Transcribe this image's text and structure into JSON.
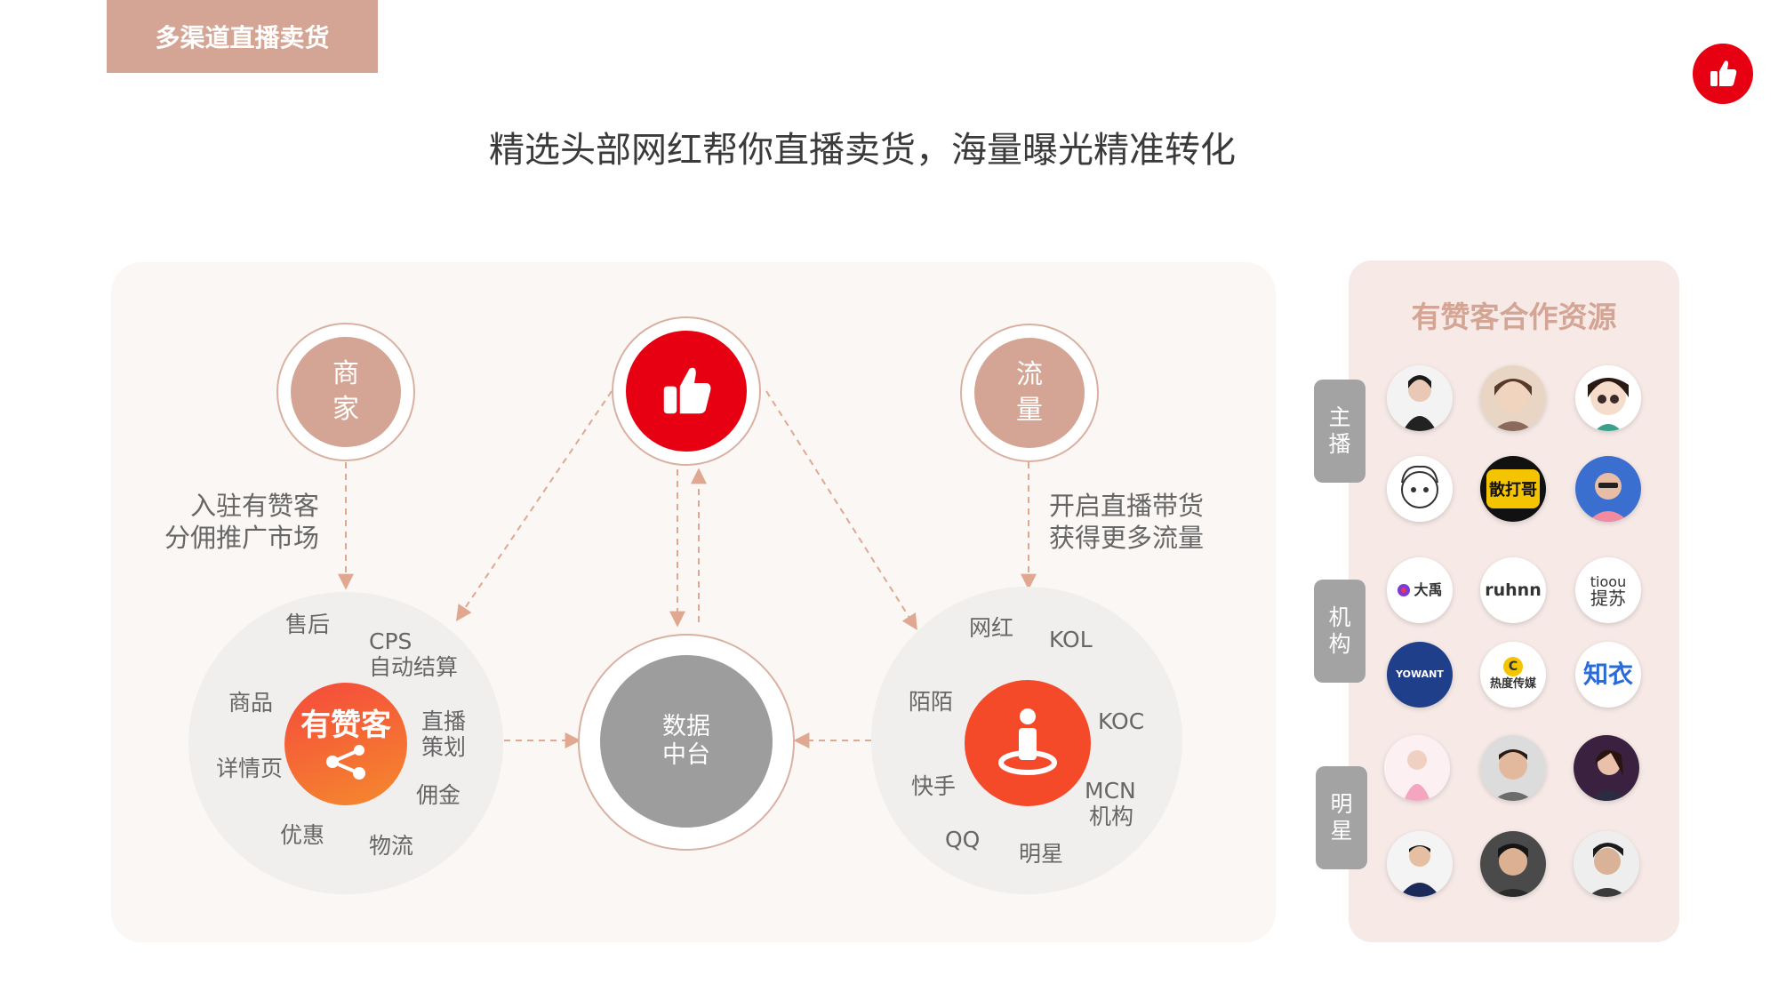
{
  "header": {
    "tag": "多渠道直播卖货",
    "headline": "精选头部网红帮你直播卖货，海量曝光精准转化"
  },
  "colors": {
    "accent": "#d4a594",
    "brand_red": "#e60012",
    "orange": "#f44a2a",
    "gray": "#9d9d9d"
  },
  "diagram": {
    "merchant": {
      "line1": "商",
      "line2": "家",
      "desc1": "入驻有赞客",
      "desc2": "分佣推广市场"
    },
    "traffic": {
      "line1": "流",
      "line2": "量",
      "desc1": "开启直播带货",
      "desc2": "获得更多流量"
    },
    "center": {
      "line1": "数据",
      "line2": "中台"
    },
    "brand": {
      "name": "有赞客"
    },
    "left_items": [
      "售后",
      "CPS",
      "自动结算",
      "商品",
      "直播",
      "策划",
      "详情页",
      "佣金",
      "优惠",
      "物流"
    ],
    "right_items": [
      "网红",
      "KOL",
      "陌陌",
      "KOC",
      "快手",
      "MCN",
      "机构",
      "QQ",
      "明星"
    ]
  },
  "resources": {
    "title": "有赞客合作资源",
    "categories": [
      {
        "c1": "主",
        "c2": "播"
      },
      {
        "c1": "机",
        "c2": "构"
      },
      {
        "c1": "明",
        "c2": "星"
      }
    ],
    "org_logos": [
      "大禹",
      "ruhnn",
      "tioou",
      "提苏",
      "YOWANT",
      "热度传媒",
      "知衣"
    ],
    "streamer_logo": "散打哥"
  }
}
